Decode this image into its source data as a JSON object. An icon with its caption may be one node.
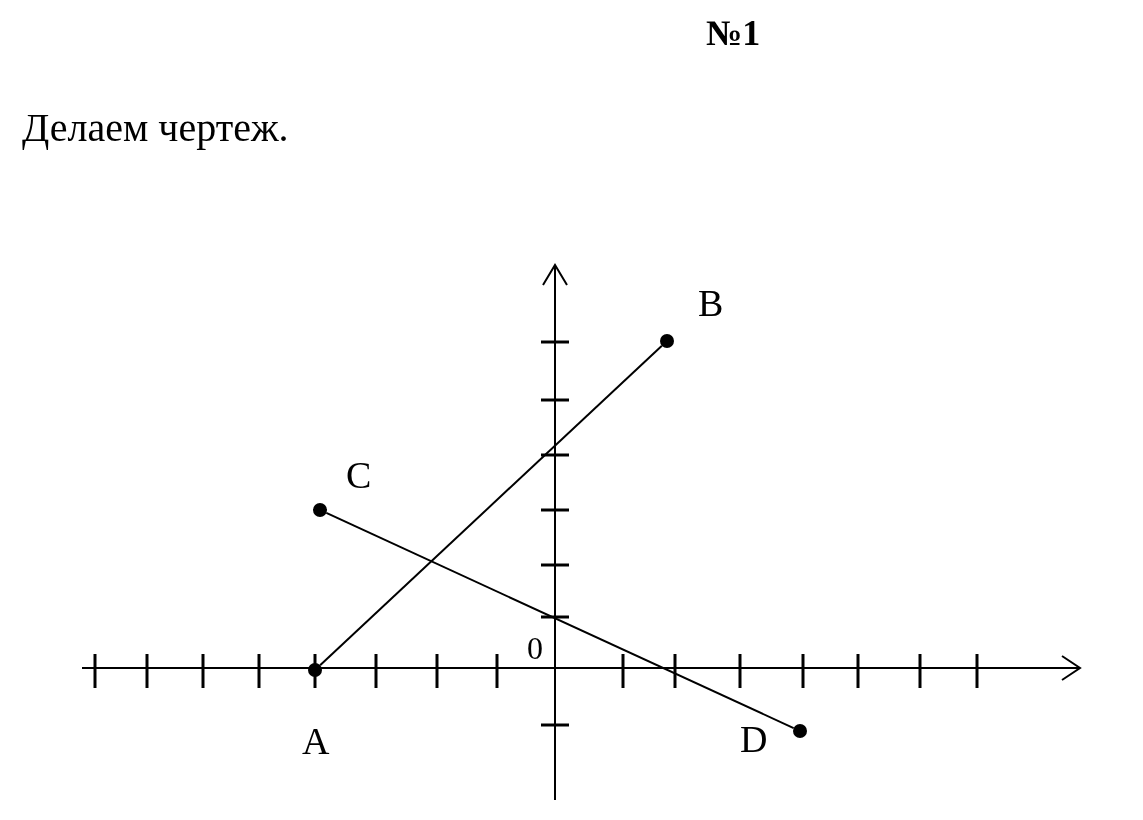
{
  "diagram": {
    "title": "№1",
    "nodes": [
      {
        "text": [],
        "shape": "circle",
        "beside": [
          "A"
        ]
      },
      {
        "text": [],
        "shape": "circle",
        "beside": [
          "B"
        ]
      },
      {
        "text": [],
        "shape": "circle",
        "beside": [
          "C"
        ]
      },
      {
        "text": [],
        "shape": "circle",
        "beside": [
          "D"
        ]
      }
    ],
    "edges": [
      {
        "from": 0,
        "to": 1,
        "arrow": "none"
      },
      {
        "from": 2,
        "to": 3,
        "arrow": "none"
      }
    ],
    "labels": [
      "Делаем чертеж.",
      "0"
    ]
  }
}
